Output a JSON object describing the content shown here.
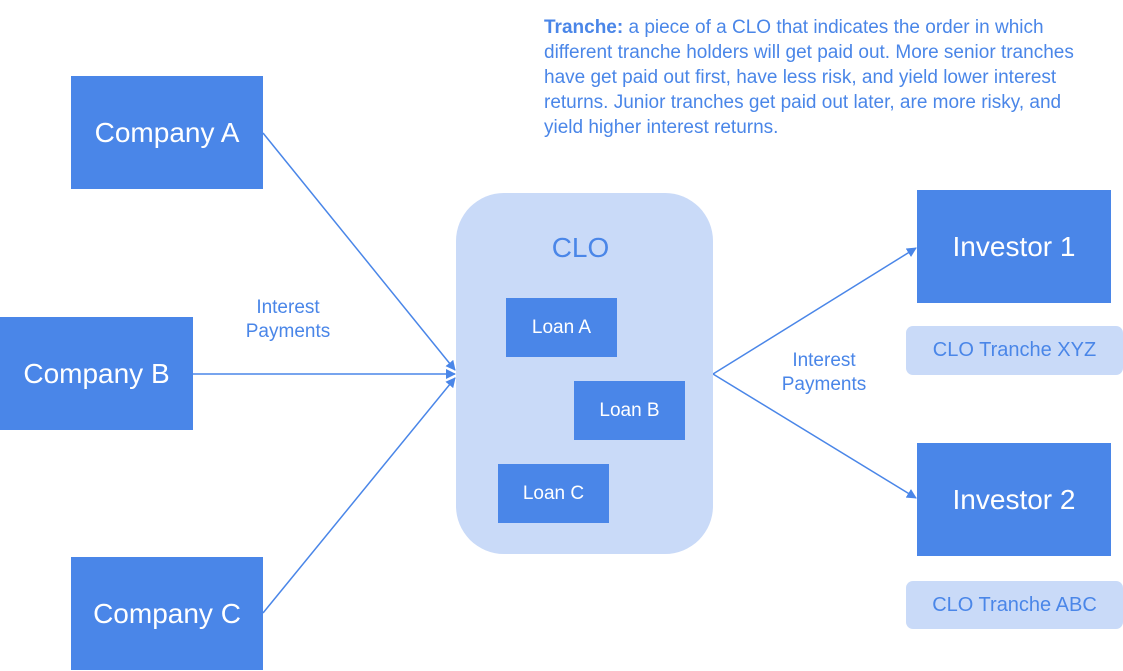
{
  "note": {
    "term": "Tranche:",
    "text": "a piece of a CLO that indicates the order in which different tranche holders will get paid out. More senior tranches have get paid out first, have less risk, and yield lower interest returns. Junior tranches get paid out later, are more risky, and yield higher interest returns."
  },
  "companies": {
    "a": "Company A",
    "b": "Company B",
    "c": "Company C"
  },
  "labels": {
    "payments_in_line1": "Interest",
    "payments_in_line2": "Payments",
    "payments_out_line1": "Interest",
    "payments_out_line2": "Payments"
  },
  "clo": {
    "title": "CLO",
    "loans": {
      "a": "Loan A",
      "b": "Loan B",
      "c": "Loan C"
    }
  },
  "investors": {
    "one": "Investor 1",
    "two": "Investor 2"
  },
  "tranches": {
    "xyz": "CLO Tranche XYZ",
    "abc": "CLO Tranche ABC"
  },
  "colors": {
    "box_fill": "#4a86e8",
    "container_fill": "#c9daf8",
    "text_accent": "#4a86e8",
    "connector": "#4a86e8"
  }
}
